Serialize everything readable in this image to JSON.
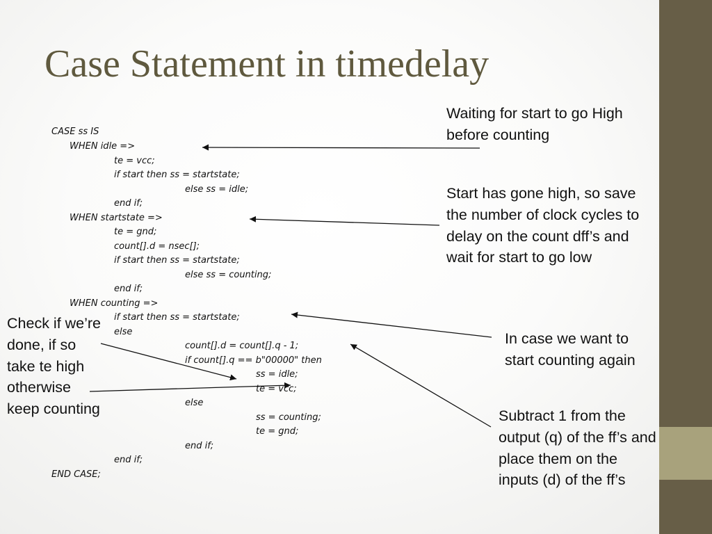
{
  "slide": {
    "title": "Case Statement in timedelay"
  },
  "code": {
    "lines": [
      "CASE ss IS",
      "WHEN idle =>",
      "te = vcc;",
      "if start then ss = startstate;",
      "else ss = idle;",
      "end if;",
      "WHEN startstate =>",
      "te = gnd;",
      "count[].d = nsec[];",
      "if start then ss = startstate;",
      "else ss = counting;",
      "end if;",
      "WHEN counting =>",
      "if start then ss = startstate;",
      "else",
      "count[].d = count[].q - 1;",
      "if count[].q == b\"00000\" then",
      "ss = idle;",
      "te = vcc;",
      "else",
      "ss = counting;",
      "te = gnd;",
      "end if;",
      "end if;",
      "END CASE;"
    ]
  },
  "annotations": {
    "waiting": "Waiting for start to go High before counting",
    "start_high": "Start has gone high, so save the number of clock cycles to delay on the count dff’s and wait for start to go low",
    "restart": "In case we want to start counting again",
    "subtract": "Subtract 1 from the output (q) of the ff’s and place them on the inputs (d) of the ff’s",
    "check_done": "Check if we’re done, if so take te high otherwise keep counting"
  },
  "colors": {
    "title": "#5f593e",
    "sidebar": "#675e47",
    "sidebar_accent": "#a8a27c",
    "text": "#111111"
  }
}
